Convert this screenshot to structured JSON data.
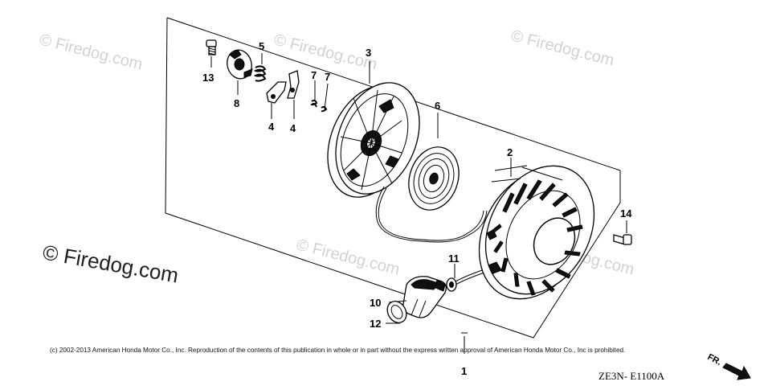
{
  "callouts": {
    "c1": "1",
    "c2": "2",
    "c3": "3",
    "c4a": "4",
    "c4b": "4",
    "c5": "5",
    "c6": "6",
    "c7a": "7",
    "c7b": "7",
    "c8": "8",
    "c10": "10",
    "c11": "11",
    "c12": "12",
    "c13": "13",
    "c14": "14"
  },
  "watermark": {
    "text": "© Firedog.com"
  },
  "copyright": "(c) 2002-2013 American Honda Motor Co., Inc. Reproduction of the contents of this publication in whole or in part without the express written approval of American Honda Motor Co., Inc is prohibited.",
  "diagram_code": "ZE3N- E1100A",
  "front_label": "FR.",
  "icons": {
    "front_arrow": "front-direction-arrow-icon"
  }
}
